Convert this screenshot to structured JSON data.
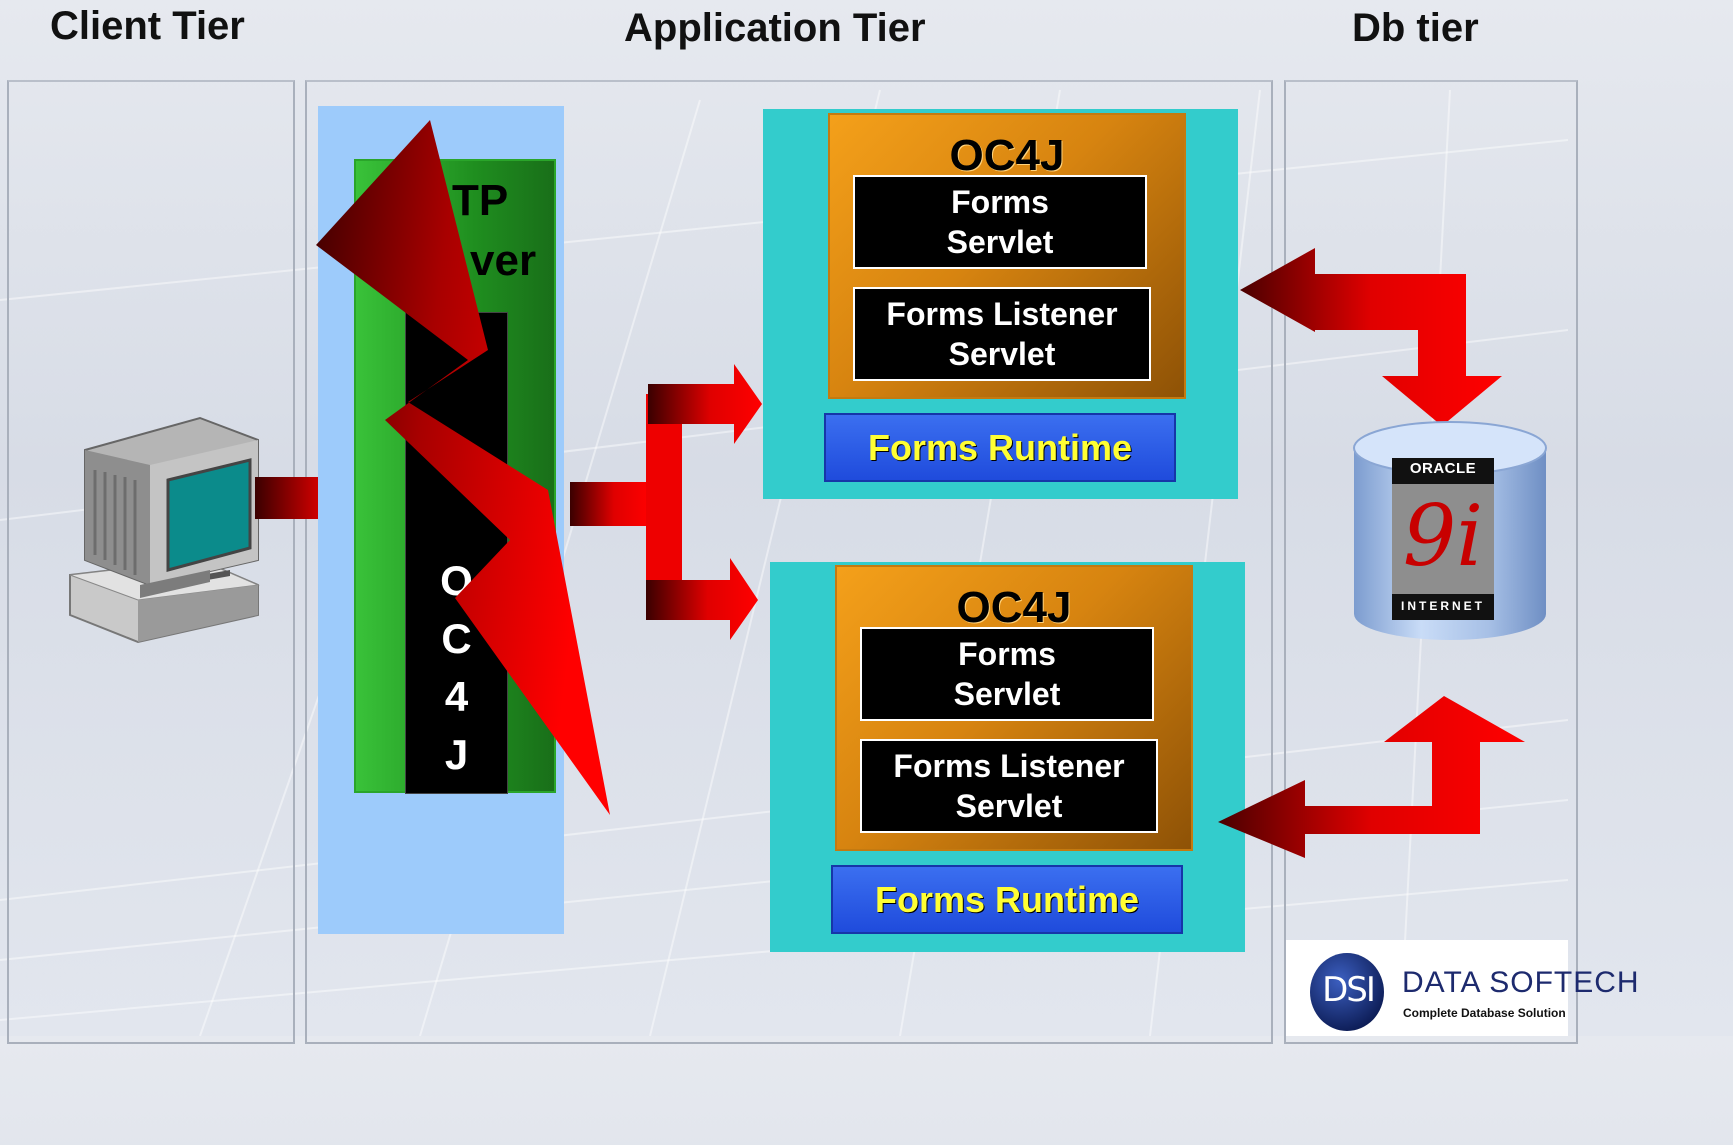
{
  "tiers": {
    "client": "Client Tier",
    "application": "Application Tier",
    "db": "Db tier"
  },
  "http_server": {
    "label": "HTTP\nServer",
    "visible_fragment_1": "TP",
    "visible_fragment_2": "ver",
    "oc4j_letters": [
      "O",
      "C",
      "4",
      "J"
    ]
  },
  "oc4j_instances": [
    {
      "title": "OC4J",
      "forms_servlet": "Forms\nServlet",
      "listener_servlet": "Forms Listener\nServlet",
      "runtime": "Forms Runtime"
    },
    {
      "title": "OC4J",
      "forms_servlet": "Forms\nServlet",
      "listener_servlet": "Forms Listener\nServlet",
      "runtime": "Forms Runtime"
    }
  ],
  "database": {
    "brand": "ORACLE",
    "version": "9i",
    "edition": "INTERNET"
  },
  "logo": {
    "mark": "DSI",
    "name": "DATA SOFTECH",
    "tagline": "Complete Database Solution"
  },
  "colors": {
    "arrow_red": "#ee0000",
    "teal": "#33cccc",
    "runtime_text": "#ffff33"
  }
}
